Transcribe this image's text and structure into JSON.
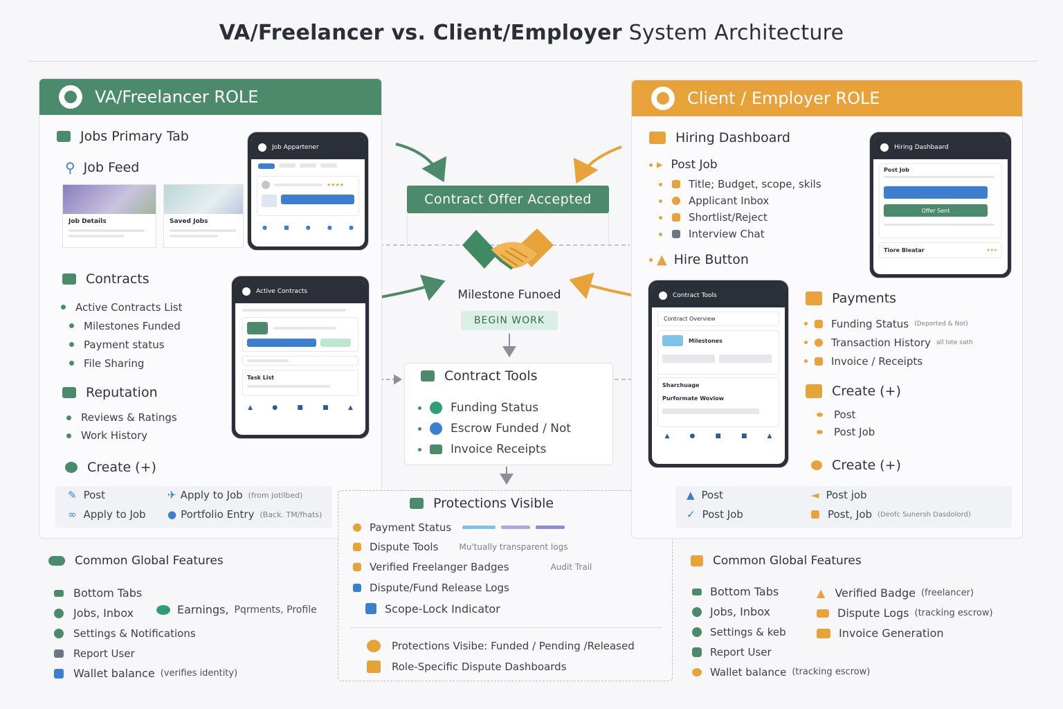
{
  "title": {
    "bold": "VA/Freelancer vs. Client/Employer",
    "rest": " System Architecture"
  },
  "colors": {
    "freelancer": "#4c8a6c",
    "client": "#e8a23a",
    "accent_blue": "#3c7fd0"
  },
  "freelancer": {
    "header": "VA/Freelancer  ROLE",
    "jobs_tab": "Jobs Primary Tab",
    "job_feed": "Job Feed",
    "job_details": "Job Details",
    "saved_jobs": "Saved Jobs",
    "contracts": "Contracts",
    "contract_items": [
      "Active Contracts List",
      "Milestones Funded",
      "Payment status",
      "File Sharing"
    ],
    "reputation": "Reputation",
    "reputation_items": [
      "Reviews & Ratings",
      "Work History"
    ],
    "create": "Create (+)",
    "create_items": [
      {
        "label": "Post",
        "note": ""
      },
      {
        "label": "Apply to Job",
        "note": "(from jotilbed)"
      },
      {
        "label": "Apply to Job",
        "note": ""
      },
      {
        "label": "Portfolio Entry",
        "note": "(Back. TM/fhats)"
      }
    ],
    "phone1_title": "Job Appartener",
    "phone2_title": "Active Contracts",
    "phone2_task": "Task List"
  },
  "client": {
    "header": "Client / Employer ROLE",
    "dashboard": "Hiring Dashboard",
    "post_job": "Post Job",
    "post_items": [
      "Title; Budget, scope, skils",
      "Applicant Inbox",
      "Shortlist/Reject",
      "Interview Chat"
    ],
    "hire": "Hire Button",
    "payments": "Payments",
    "payment_items": [
      {
        "label": "Funding Status",
        "note": "(Deported & Not)"
      },
      {
        "label": "Transaction History",
        "note": "all lote sath"
      },
      {
        "label": "Invoice / Receipts",
        "note": ""
      }
    ],
    "create1": "Create (+)",
    "create1_items": [
      "Post",
      "Post Job"
    ],
    "create2": "Create (+)",
    "create2_items": [
      {
        "label": "Post",
        "note": ""
      },
      {
        "label": "Post job",
        "note": ""
      },
      {
        "label": "Post Job",
        "note": ""
      },
      {
        "label": "Post, Job",
        "note": "(Deofc Sunersh Dasdolord)"
      }
    ],
    "phone1_title": "Hiring Dashbaard",
    "phone1_post": "Post Job",
    "phone1_offer": "Offer Sent",
    "phone1_hire": "Tiore Bleatar",
    "phone2_title": "Contract Tools",
    "phone2_items": [
      "Contract Overview",
      "Milestones",
      "Sharchuage",
      "Purformate Wovlow"
    ]
  },
  "center": {
    "offer": "Contract Offer Accepted",
    "milestone": "Milestone Funoed",
    "begin": "BEGIN WORK",
    "tools": "Contract Tools",
    "tools_items": [
      "Funding Status",
      "Escrow Funded / Not",
      "Invoice Receipts"
    ],
    "protections": "Protections Visible",
    "prot_items": [
      {
        "label": "Payment Status",
        "note": ""
      },
      {
        "label": "Dispute Tools",
        "note": "Mu'tually transparent logs"
      },
      {
        "label": "Verified Freelanger Badges",
        "note": "Audit Trail"
      },
      {
        "label": "Dispute/Fund Release Logs",
        "note": ""
      },
      {
        "label": "Scope-Lock Indicator",
        "note": ""
      }
    ],
    "prot_footer": [
      "Protections Visibe: Funded / Pending /Released",
      "Role-Specific Dispute Dashboards"
    ]
  },
  "global_left": {
    "title": "Common Global Features",
    "items": [
      {
        "label": "Bottom Tabs",
        "note": ""
      },
      {
        "label": "Jobs, Inbox",
        "note": ""
      },
      {
        "label": "Settings & Notifications",
        "note": ""
      },
      {
        "label": "Report User",
        "note": ""
      },
      {
        "label": "Wallet balance",
        "note": "(verifies identity)"
      }
    ],
    "extra": {
      "label": "Earnings,",
      "note": "Pqrments, Profile"
    }
  },
  "global_right": {
    "title": "Common Global Features",
    "col1": [
      "Bottom Tabs",
      "Jobs, Inbox",
      "Settings & keb",
      "Report User"
    ],
    "wallet": {
      "label": "Wallet balance",
      "note": "(tracking escrow)"
    },
    "col2": [
      {
        "label": "Verified Badge",
        "note": "(freelancer)"
      },
      {
        "label": "Dispute Logs",
        "note": "(tracking escrow)"
      },
      {
        "label": "Invoice Generation",
        "note": ""
      }
    ]
  }
}
